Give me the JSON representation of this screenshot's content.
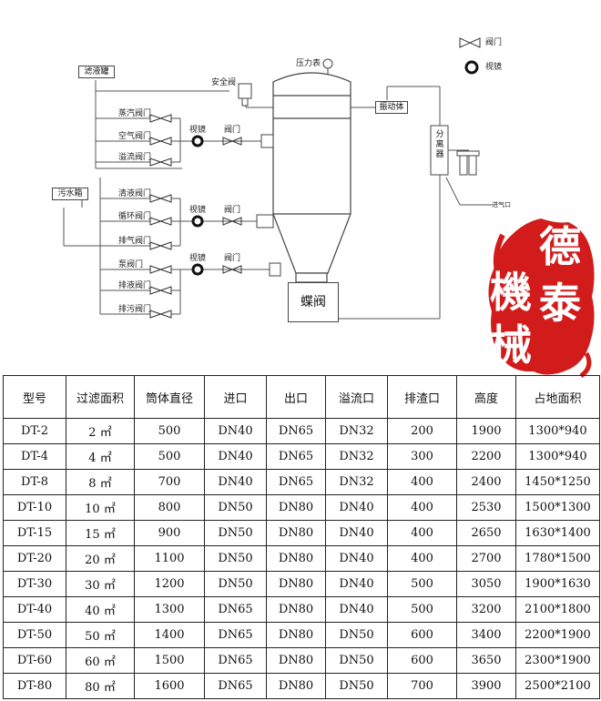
{
  "diagram": {
    "legend": {
      "valve": "阀门",
      "sight_glass": "视镜"
    },
    "filtrate_tank": "滤液罐",
    "sewage_tank": "污水箱",
    "safety_valve": "安全阀",
    "pressure_gauge": "压力表",
    "vibrator": "振动体",
    "separator": "分离器",
    "air_inlet": "进气口",
    "butterfly_valve": "蝶阀",
    "valves": [
      {
        "label": "蒸汽阀门"
      },
      {
        "label": "空气阀门"
      },
      {
        "label": "溢流阀门"
      },
      {
        "label": "清液阀门"
      },
      {
        "label": "循环阀门"
      },
      {
        "label": "排气阀门"
      },
      {
        "label": "泵阀门"
      },
      {
        "label": "排液阀门"
      },
      {
        "label": "排污阀门"
      }
    ],
    "sight_glass_labels": [
      "视镜",
      "视镜",
      "视镜"
    ],
    "gate_valve_labels": [
      "阀门",
      "阀门",
      "阀门"
    ]
  },
  "logo": {
    "chars": [
      "德",
      "機",
      "泰",
      "械"
    ]
  },
  "table": {
    "headers": [
      "型号",
      "过滤面积",
      "筒体直径",
      "进口",
      "出口",
      "溢流口",
      "排渣口",
      "高度",
      "占地面积"
    ],
    "rows": [
      [
        "DT-2",
        "2 ㎡",
        "500",
        "DN40",
        "DN65",
        "DN32",
        "200",
        "1900",
        "1300*940"
      ],
      [
        "DT-4",
        "4 ㎡",
        "500",
        "DN40",
        "DN65",
        "DN32",
        "300",
        "2200",
        "1300*940"
      ],
      [
        "DT-8",
        "8 ㎡",
        "700",
        "DN40",
        "DN65",
        "DN32",
        "400",
        "2400",
        "1450*1250"
      ],
      [
        "DT-10",
        "10 ㎡",
        "800",
        "DN50",
        "DN80",
        "DN40",
        "400",
        "2530",
        "1500*1300"
      ],
      [
        "DT-15",
        "15 ㎡",
        "900",
        "DN50",
        "DN80",
        "DN40",
        "400",
        "2650",
        "1630*1400"
      ],
      [
        "DT-20",
        "20 ㎡",
        "1100",
        "DN50",
        "DN80",
        "DN40",
        "400",
        "2700",
        "1780*1500"
      ],
      [
        "DT-30",
        "30 ㎡",
        "1200",
        "DN50",
        "DN80",
        "DN40",
        "500",
        "3050",
        "1900*1630"
      ],
      [
        "DT-40",
        "40 ㎡",
        "1300",
        "DN65",
        "DN80",
        "DN40",
        "500",
        "3200",
        "2100*1800"
      ],
      [
        "DT-50",
        "50 ㎡",
        "1400",
        "DN65",
        "DN80",
        "DN50",
        "600",
        "3400",
        "2200*1900"
      ],
      [
        "DT-60",
        "60 ㎡",
        "1500",
        "DN65",
        "DN80",
        "DN50",
        "600",
        "3650",
        "2300*1900"
      ],
      [
        "DT-80",
        "80 ㎡",
        "1600",
        "DN65",
        "DN80",
        "DN50",
        "700",
        "3900",
        "2500*2100"
      ]
    ]
  }
}
